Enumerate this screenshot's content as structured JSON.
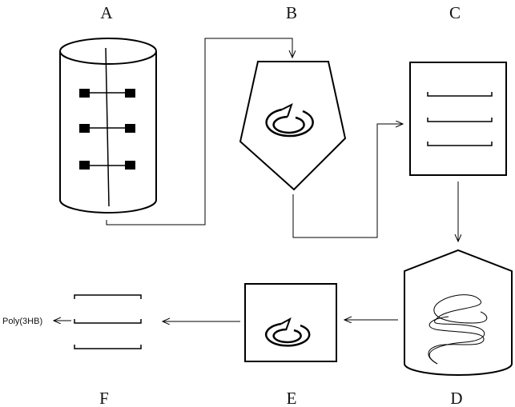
{
  "labels": {
    "a": "A",
    "b": "B",
    "c": "C",
    "d": "D",
    "e": "E",
    "f": "F"
  },
  "product": "Poly(3HB)"
}
